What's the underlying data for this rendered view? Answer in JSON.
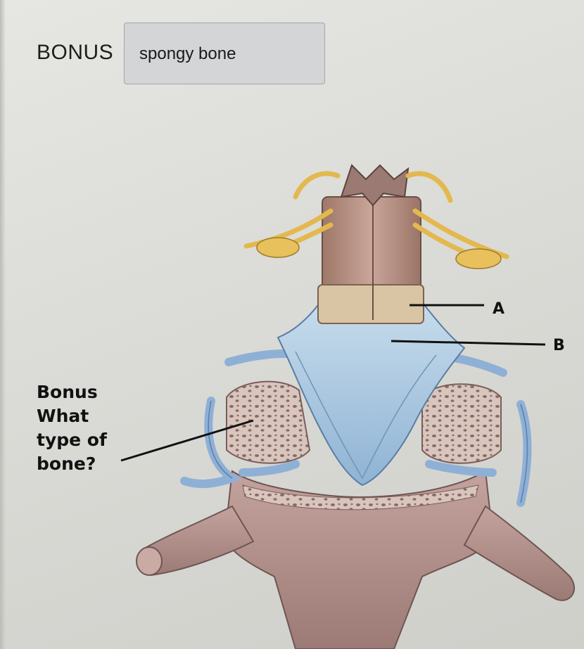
{
  "question": {
    "label": "BONUS",
    "answer_value": "spongy bone"
  },
  "figure": {
    "subject": "vertebra with spinal cord and meninges",
    "labels": {
      "a": "A",
      "b": "B"
    },
    "callout": {
      "line1": "Bonus",
      "line2": "What",
      "line3": "type of",
      "line4": "bone?"
    },
    "colors": {
      "nerve": "#e3b84e",
      "spinal_cord": "#b58f84",
      "dura": "#a9c7de",
      "bone": "#b3908c",
      "spongy_bone": "#cfbbb2",
      "vein": "#8fb0d6"
    }
  }
}
